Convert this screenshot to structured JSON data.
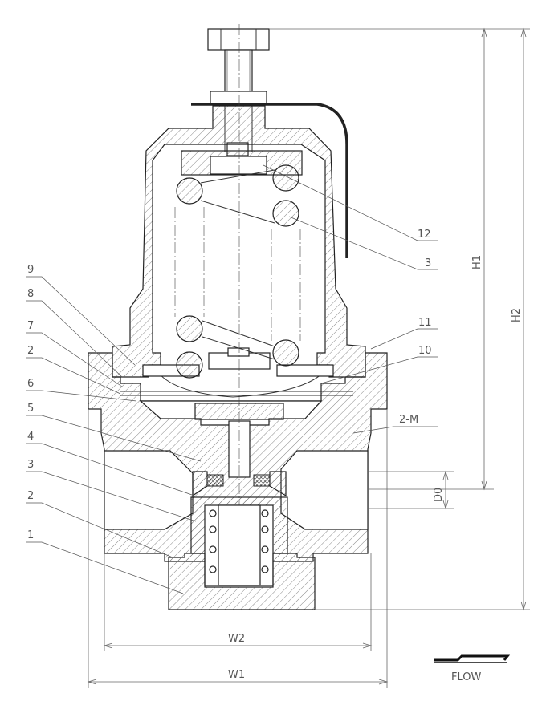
{
  "callouts": {
    "left": [
      "9",
      "8",
      "7",
      "2",
      "6",
      "5",
      "4",
      "3",
      "2",
      "1"
    ],
    "right": [
      "12",
      "3",
      "11",
      "10",
      "2-M"
    ]
  },
  "dimensions": {
    "h1": "H1",
    "h2": "H2",
    "d0": "D0",
    "w1": "W1",
    "w2": "W2"
  },
  "flow_label": "FLOW"
}
